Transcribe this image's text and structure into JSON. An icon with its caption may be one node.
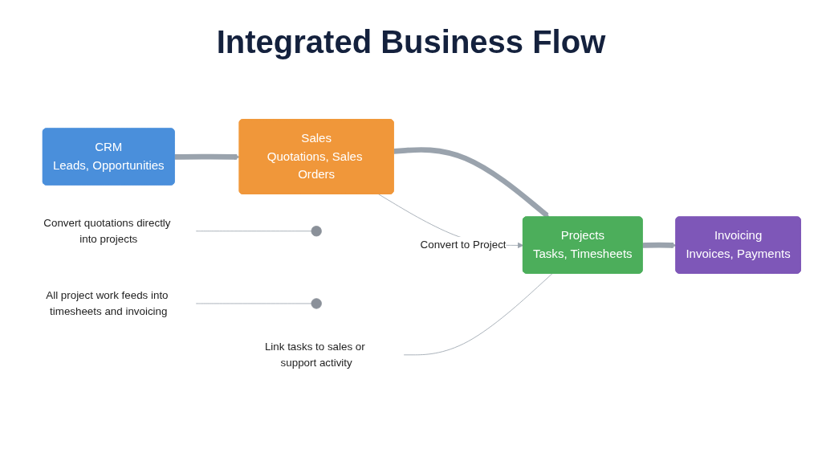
{
  "diagram": {
    "title": "Integrated Business Flow",
    "nodes": [
      {
        "text": [
          "CRM",
          "Leads, Opportunities"
        ]
      },
      {
        "text": [
          "Sales",
          "Quotations, Sales Orders"
        ]
      },
      {
        "text": [
          "Projects",
          "Tasks, Timesheets"
        ]
      },
      {
        "text": [
          "Invoicing",
          "Invoices, Payments"
        ]
      },
      {
        "text": [],
        "shape": "circle"
      },
      {
        "text": [],
        "shape": "circle"
      },
      {
        "text": [
          "Convert quotations directly into projects"
        ]
      },
      {
        "text": [
          "Link tasks to sales or support activity"
        ]
      },
      {
        "text": [
          "All project work feeds into timesheets and invoicing"
        ]
      }
    ],
    "edges": [
      {
        "from": 0,
        "to": 1,
        "arrow": "to",
        "style": "thick"
      },
      {
        "from": 1,
        "to": 2,
        "arrow": "to",
        "style": "thick"
      },
      {
        "from": 1,
        "to": 2,
        "arrow": "to",
        "label": "Convert to Project"
      },
      {
        "from": 2,
        "to": 3,
        "arrow": "to",
        "style": "thick"
      },
      {
        "from": 6,
        "to": 4,
        "arrow": "none"
      },
      {
        "from": 7,
        "to": 2,
        "arrow": "none"
      },
      {
        "from": 8,
        "to": 5,
        "arrow": "none"
      }
    ]
  }
}
